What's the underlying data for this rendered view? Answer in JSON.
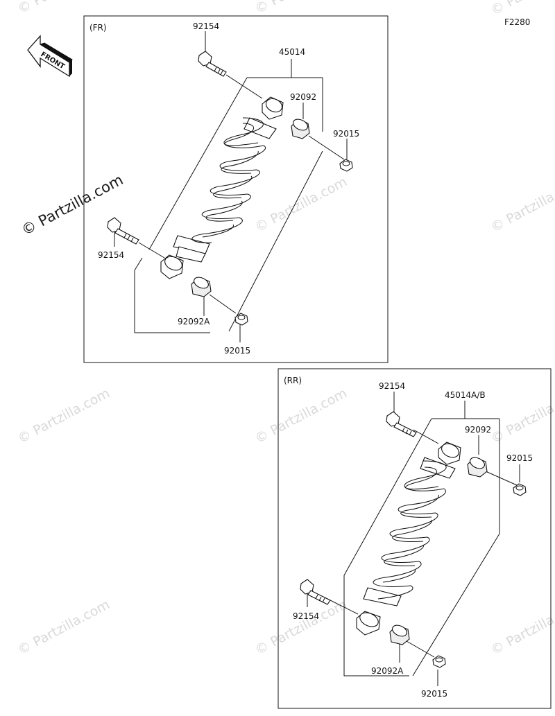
{
  "figure_code": "F2280",
  "front_label": "FRONT",
  "watermark": "© Partzilla.com",
  "front_panel": {
    "title": "(FR)",
    "labels": {
      "bolt_top": "92154",
      "assembly": "45014",
      "bushing_top": "92092",
      "nut_top": "92015",
      "bolt_bottom": "92154",
      "bushing_bottom": "92092A",
      "nut_bottom": "92015"
    }
  },
  "rear_panel": {
    "title": "(RR)",
    "labels": {
      "bolt_top": "92154",
      "assembly": "45014A/B",
      "bushing_top": "92092",
      "nut_top": "92015",
      "bolt_bottom": "92154",
      "bushing_bottom": "92092A",
      "nut_bottom": "92015"
    }
  }
}
